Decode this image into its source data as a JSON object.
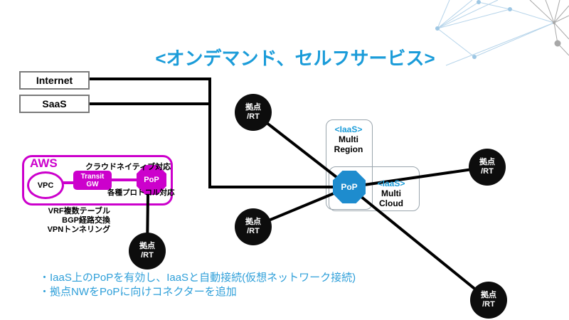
{
  "title": "<オンデマンド、セルフサービス>",
  "external": {
    "internet": "Internet",
    "saas": "SaaS"
  },
  "aws": {
    "label": "AWS",
    "vpc": "VPC",
    "transit_gw_line1": "Transit",
    "transit_gw_line2": "GW",
    "pop": "PoP",
    "note_cloud_native": "クラウドネイティブ対応",
    "note_protocols": "各種プロトコル対応",
    "features": [
      "VRF複数テーブル",
      "BGP経路交換",
      "VPNトンネリング"
    ]
  },
  "branch_node": {
    "line1": "拠点",
    "line2": "/RT"
  },
  "central_pop": {
    "label": "PoP"
  },
  "iaas_multi_region": {
    "tag": "<IaaS>",
    "line1": "Multi",
    "line2": "Region"
  },
  "iaas_multi_cloud": {
    "tag": "<IaaS>",
    "line1": "Multi",
    "line2": "Cloud"
  },
  "bullets": [
    "・IaaS上のPoPを有効し、IaaSと自動接続(仮想ネットワーク接続)",
    "・拠点NWをPoPに向けコネクターを追加"
  ],
  "colors": {
    "accent_blue": "#1b9cd9",
    "magenta": "#cc00cc",
    "pop_blue": "#1e8cce",
    "node_black": "#0d0d0d"
  }
}
